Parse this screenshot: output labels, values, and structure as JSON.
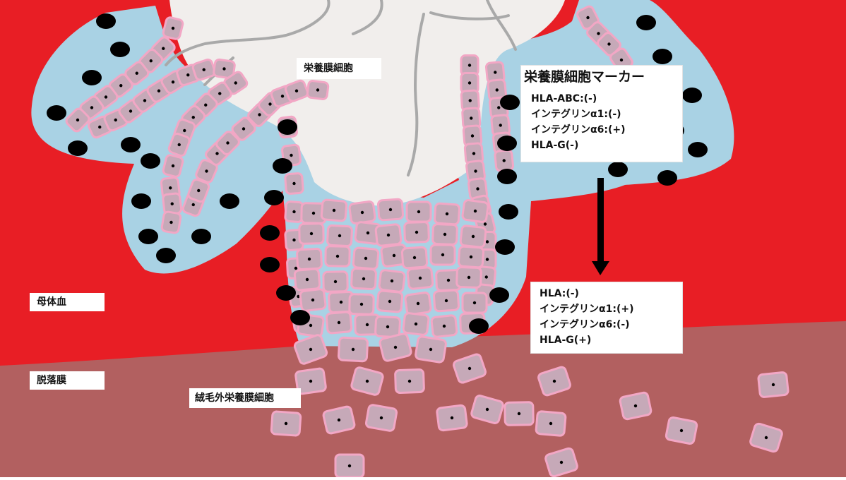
{
  "colors": {
    "maternal_blood": "#E81E25",
    "decidua": "#B26060",
    "villus_core": "#F1EEEC",
    "stroma_lines": "#A9A9A9",
    "syncytium": "#A9D2E4",
    "nucleus": "#000000",
    "cell_fill": "#C6A9B8",
    "cell_border": "#F2A7C5"
  },
  "labels": {
    "trophoblast": "栄養膜細胞",
    "maternal_blood": "母体血",
    "decidua": "脱落膜",
    "extravillous": "絨毛外栄養膜細胞"
  },
  "markers_top": {
    "title": "栄養膜細胞マーカー",
    "lines": [
      "HLA-ABC:(-)",
      "インテグリンα1:(-)",
      "インテグリンα6:(+)",
      "HLA-G(-)"
    ]
  },
  "markers_bottom": {
    "lines": [
      "HLA:(-)",
      "インテグリンα1:(+)",
      "インテグリンα6:(-)",
      "HLA-G(+)"
    ]
  },
  "icons": {
    "arrow": "down-arrow-icon"
  }
}
